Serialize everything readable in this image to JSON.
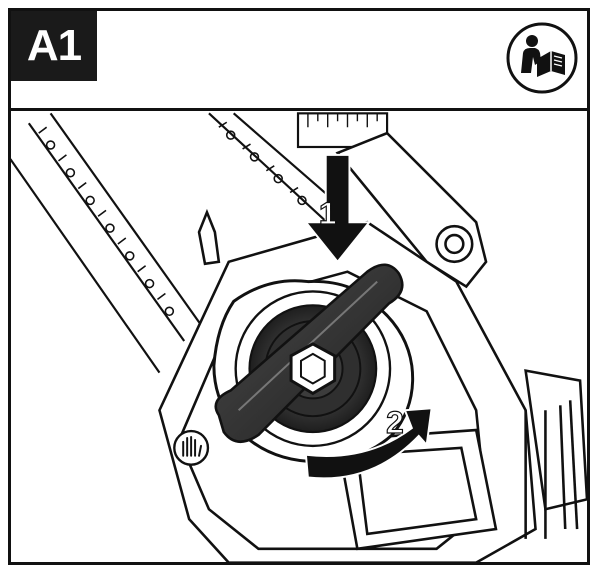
{
  "header": {
    "step_label": "A1",
    "manual_icon": "read-manual-icon"
  },
  "illustration": {
    "callouts": [
      {
        "number": "1"
      },
      {
        "number": "2"
      }
    ],
    "icons": [
      "chainsaw-bar-icon",
      "tensioning-knob-icon",
      "press-down-arrow-icon",
      "rotate-arrow-icon",
      "glove-hand-icon"
    ],
    "colors": {
      "ink": "#111111",
      "knob_dark": "#2b2b2b",
      "knob_mid": "#555555",
      "paper": "#ffffff"
    }
  }
}
